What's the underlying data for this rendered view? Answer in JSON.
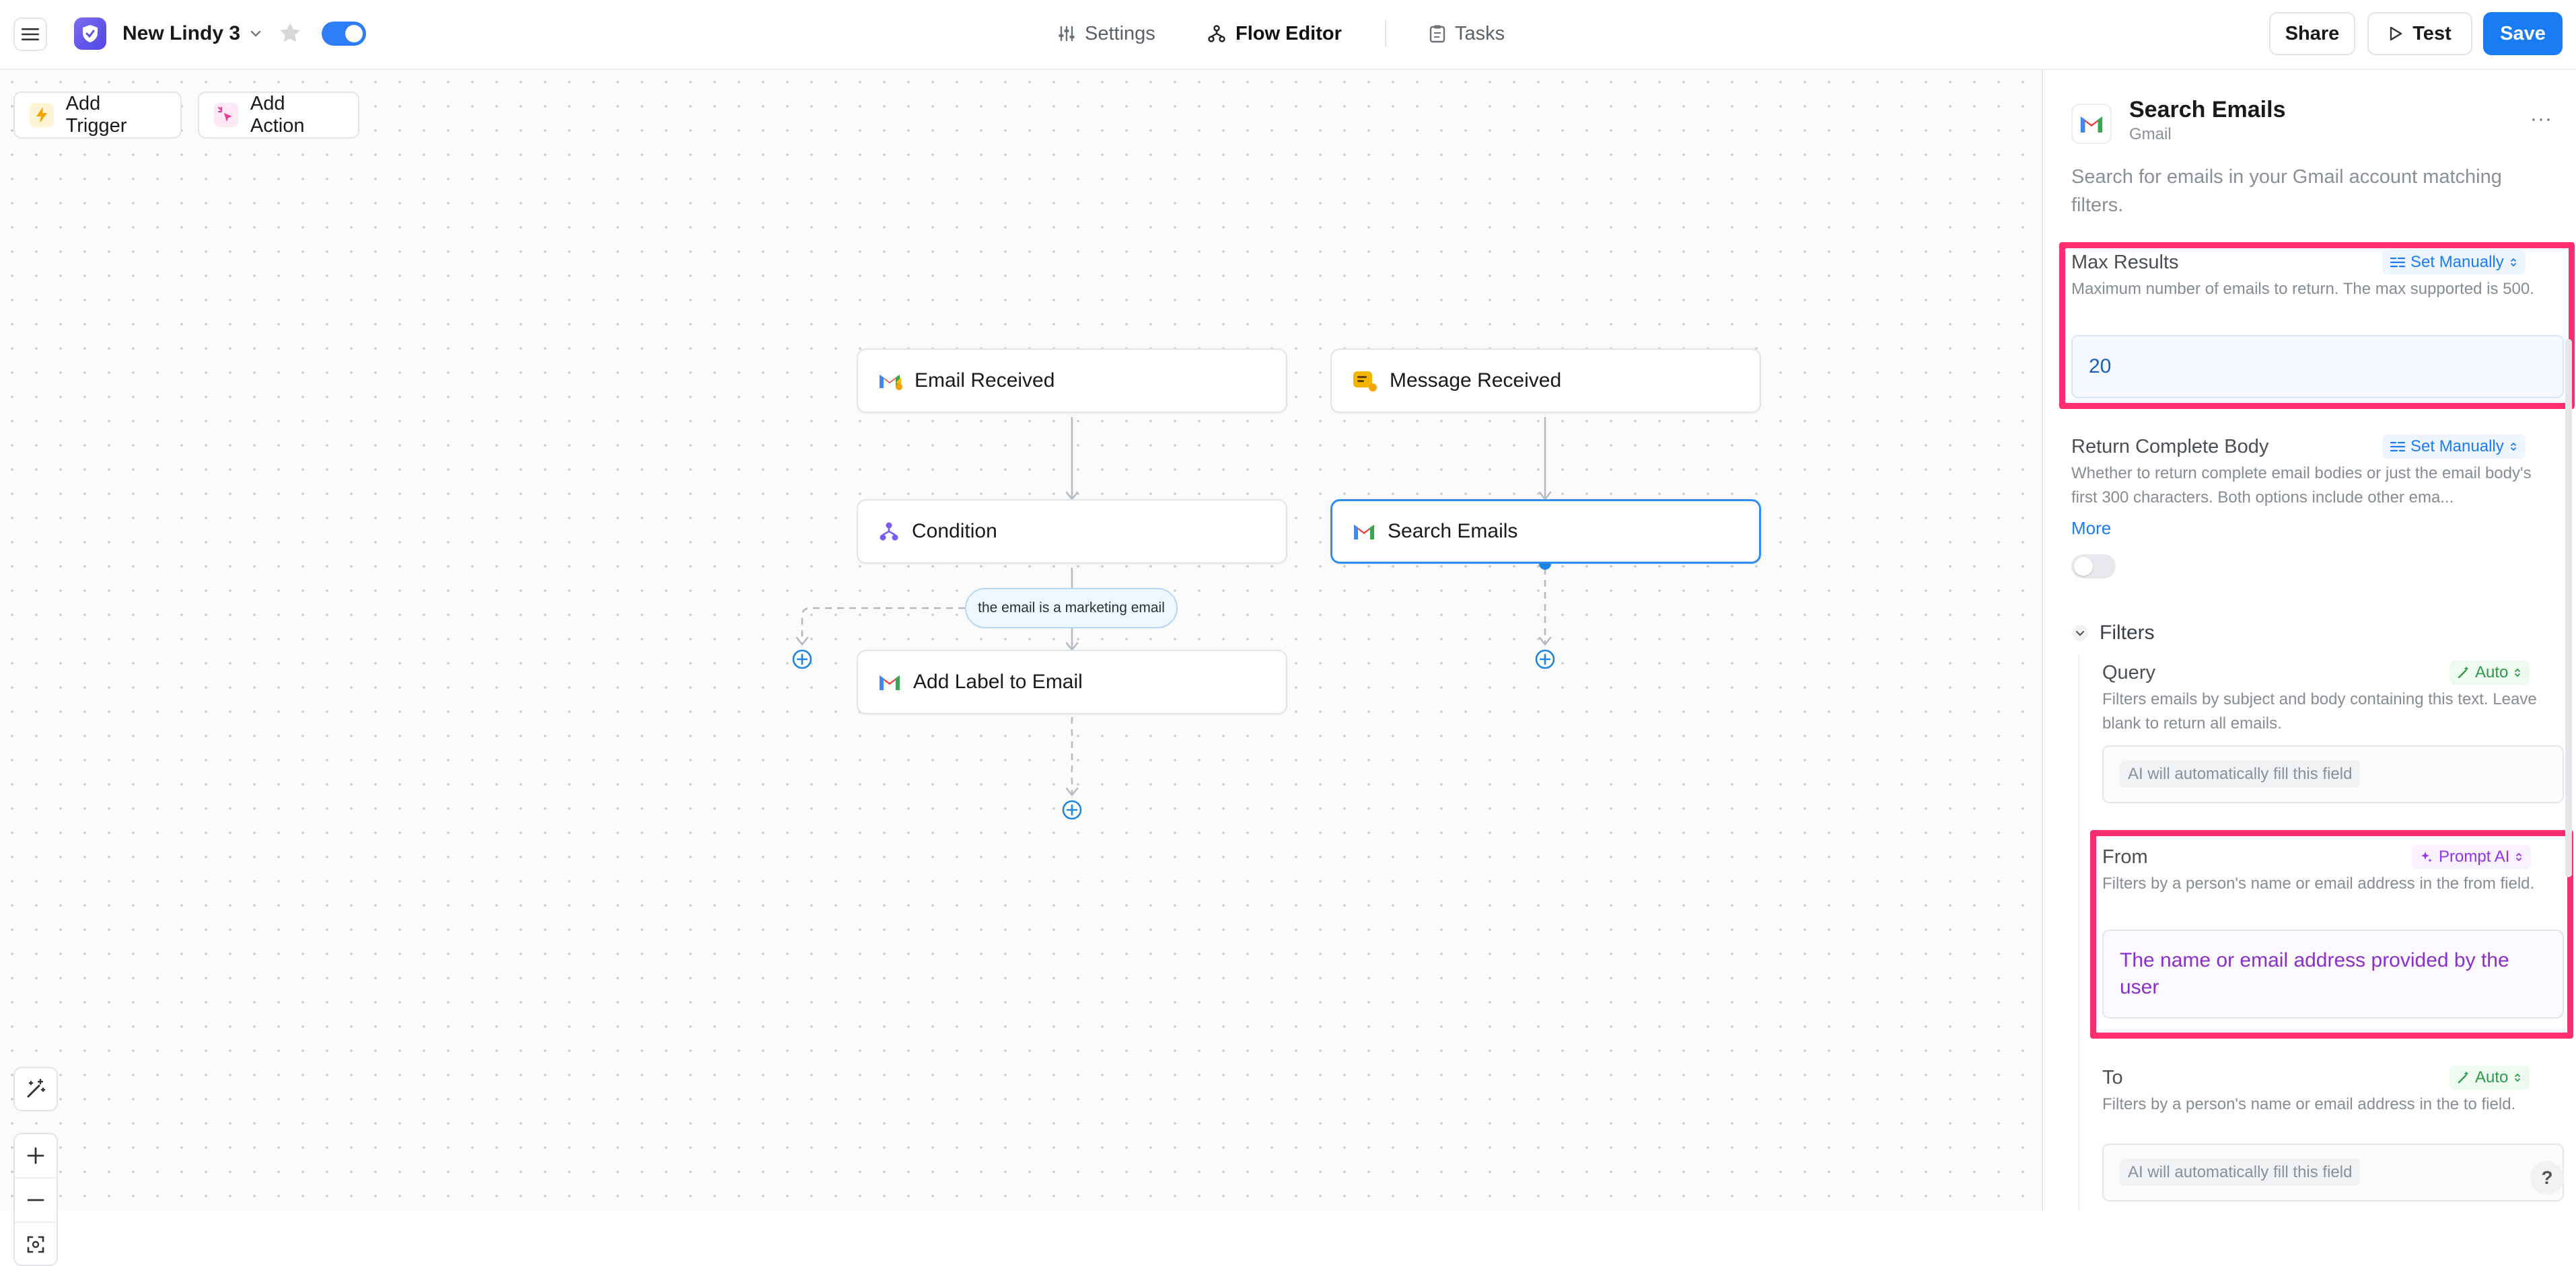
{
  "header": {
    "agent_name": "New Lindy 3",
    "nav": {
      "settings": "Settings",
      "flow_editor": "Flow Editor",
      "tasks": "Tasks"
    },
    "buttons": {
      "share": "Share",
      "test": "Test",
      "save": "Save"
    },
    "enabled": true
  },
  "toolbar": {
    "add_trigger": "Add Trigger",
    "add_action": "Add Action"
  },
  "flow": {
    "nodes": {
      "email_received": "Email Received",
      "message_received": "Message Received",
      "condition": "Condition",
      "search_emails": "Search Emails",
      "add_label": "Add Label to Email"
    },
    "condition_chip": "the email is a marketing email"
  },
  "panel": {
    "title": "Search Emails",
    "subtitle": "Gmail",
    "description": "Search for emails in your Gmail account matching filters.",
    "max_results": {
      "label": "Max Results",
      "mode": "Set Manually",
      "description": "Maximum number of emails to return. The max supported is 500.",
      "value": "20"
    },
    "return_body": {
      "label": "Return Complete Body",
      "mode": "Set Manually",
      "description": "Whether to return complete email bodies or just the email body's first 300 characters. Both options include other ema...",
      "more": "More"
    },
    "filters": {
      "label": "Filters",
      "query": {
        "label": "Query",
        "mode": "Auto",
        "description": "Filters emails by subject and body containing this text. Leave blank to return all emails.",
        "placeholder": "AI will automatically fill this field"
      },
      "from": {
        "label": "From",
        "mode": "Prompt AI",
        "description": "Filters by a person's name or email address in the from field.",
        "value": "The name or email address provided by the user"
      },
      "to": {
        "label": "To",
        "mode": "Auto",
        "description": "Filters by a person's name or email address in the to field.",
        "placeholder": "AI will automatically fill this field"
      }
    },
    "help": "?"
  },
  "colors": {
    "accent": "#1a7cf5",
    "highlight": "#ff2d6f",
    "prompt": "#9333ea",
    "auto": "#2e9a4a"
  }
}
